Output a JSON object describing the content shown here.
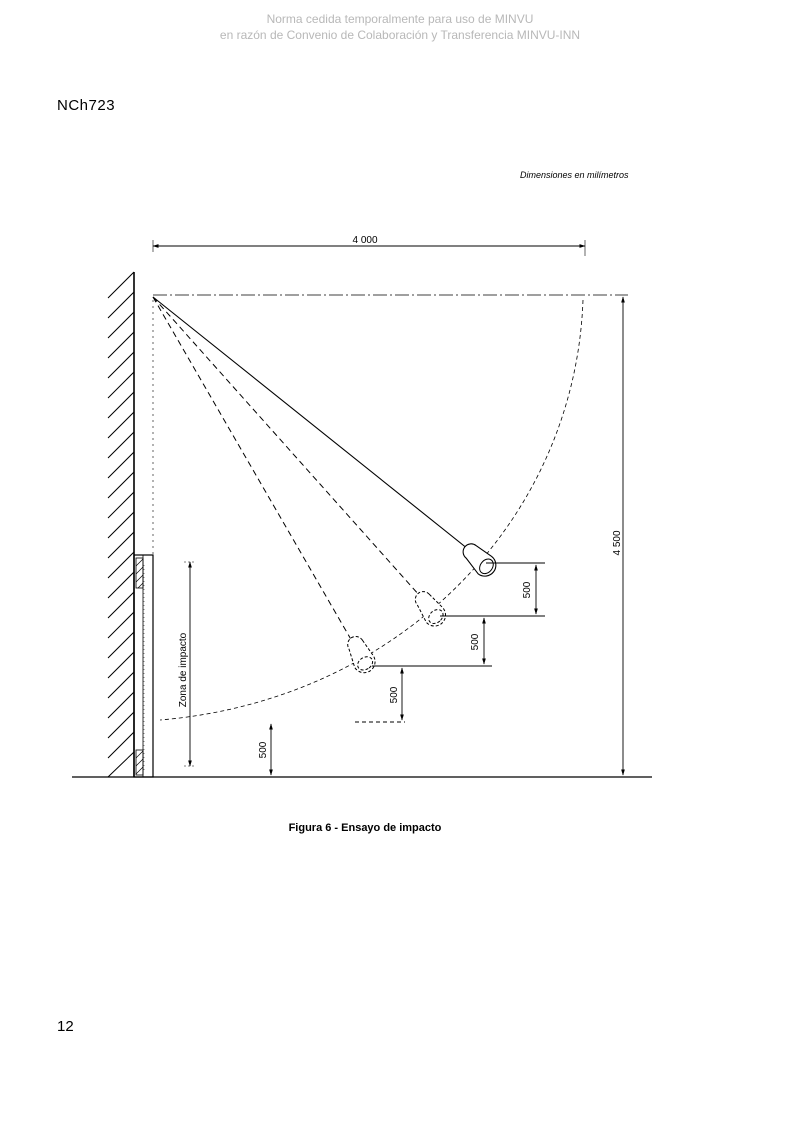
{
  "watermark": {
    "line1": "Norma cedida temporalmente para uso de MINVU",
    "line2": "en razón de Convenio de Colaboración y Transferencia MINVU-INN"
  },
  "header": {
    "doc_code": "NCh723"
  },
  "figure": {
    "dimensions_note": "Dimensiones en milímetros",
    "dim_width": "4 000",
    "dim_height": "4 500",
    "dim_step_1": "500",
    "dim_step_2": "500",
    "dim_step_3": "500",
    "dim_base": "500",
    "impact_zone_label": "Zona de impacto",
    "caption": "Figura 6 - Ensayo de impacto"
  },
  "footer": {
    "page_number": "12"
  }
}
